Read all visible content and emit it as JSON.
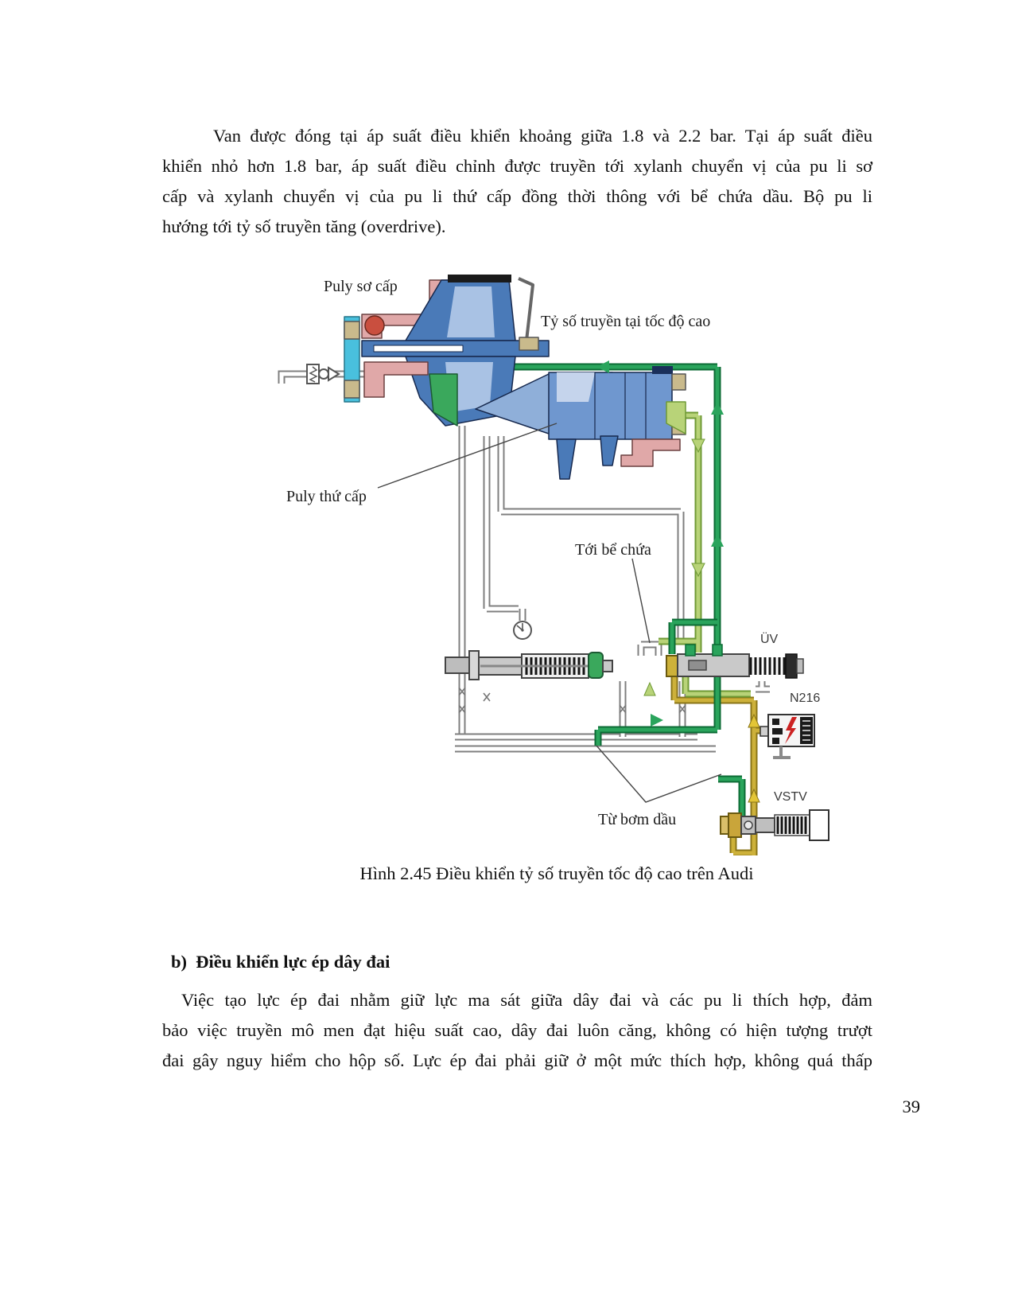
{
  "paragraph1": {
    "lines": [
      "Van được đóng tại áp suất điều khiển khoảng giữa 1.8 và 2.2 bar. Tại áp suất điều",
      "khiển nhỏ hơn 1.8 bar, áp suất điều chỉnh được truyền tới xylanh chuyển vị của pu li sơ",
      "cấp và xylanh chuyển vị của pu li thứ cấp đồng thời thông với bể chứa dầu. Bộ pu li",
      "hướng tới tỷ số truyền tăng (overdrive)."
    ]
  },
  "figure": {
    "labels": {
      "primary_pulley": "Puly sơ cấp",
      "high_speed_ratio": "Tỷ số truyền tại tốc độ cao",
      "secondary_pulley": "Puly thứ cấp",
      "to_reservoir": "Tới bể chứa",
      "uv_valve": "ÜV",
      "n216_solenoid": "N216",
      "vstv_valve": "VSTV",
      "from_oil_pump": "Từ bơm dầu"
    },
    "caption": "Hình 2.45 Điều khiển tỷ số truyền tốc độ cao trên Audi",
    "colors": {
      "dark_green_pipe": "#2aa45c",
      "light_green_pipe": "#b8d378",
      "yellow_pipe": "#cdb13a",
      "pulley_blue": "#4a7ab8",
      "housing_pink": "#e0a8a8",
      "lightning_red": "#cc2222",
      "cyan_block": "#49c0dd"
    }
  },
  "section_b": {
    "marker": "b)",
    "heading": "Điều khiển lực ép dây đai"
  },
  "paragraph2": {
    "lines": [
      "Việc tạo lực ép đai nhằm giữ lực ma sát giữa dây đai và các pu li thích hợp, đảm",
      "bảo việc truyền mô men đạt hiệu suất cao, dây đai luôn căng, không có hiện tượng trượt",
      "đai gây nguy hiểm cho hộp số. Lực ép đai phải giữ ở một mức thích hợp, không quá thấp"
    ]
  },
  "page_number": "39"
}
